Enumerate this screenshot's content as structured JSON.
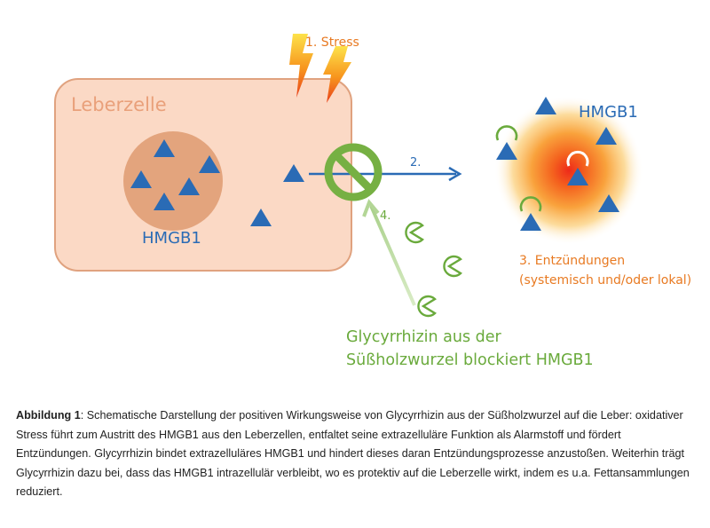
{
  "diagram": {
    "stress_label": "1. Stress",
    "cell_label": "Leberzelle",
    "hmgb1_inside_label": "HMGB1",
    "hmgb1_outside_label": "HMGB1",
    "step2_label": "2.",
    "step4_label": "4.",
    "inflammation_label": "3. Entzündungen",
    "inflammation_sub_label": "(systemisch und/oder lokal)",
    "glycyrrhizin_line1": "Glycyrrhizin aus der",
    "glycyrrhizin_line2": "Süßholzwurzel blockiert HMGB1"
  },
  "colors": {
    "cell_fill": "#fbd9c5",
    "cell_stroke": "#e0a27f",
    "nucleus": "#e3a47d",
    "hmgb1_blue": "#2a6bb5",
    "glycyrrhizin_green": "#6aaa3c",
    "block_green": "#76b043",
    "inflammation_orange": "#e87a22"
  },
  "caption": {
    "title": "Abbildung 1",
    "text": ": Schematische Darstellung der positiven Wirkungsweise von Glycyrrhizin aus der Süßholzwurzel auf die Leber: oxidativer Stress führt zum Austritt des HMGB1 aus den Leberzellen, entfaltet seine extrazelluläre Funktion als Alarmstoff und fördert Entzündungen. Glycyrrhizin bindet extrazelluläres HMGB1 und hindert dieses daran Entzündungsprozesse anzustoßen. Weiterhin trägt Glycyrrhizin dazu bei, dass das HMGB1 intrazellulär verbleibt, wo es protektiv auf die Leberzelle wirkt, indem es u.a. Fettansammlungen reduziert."
  }
}
